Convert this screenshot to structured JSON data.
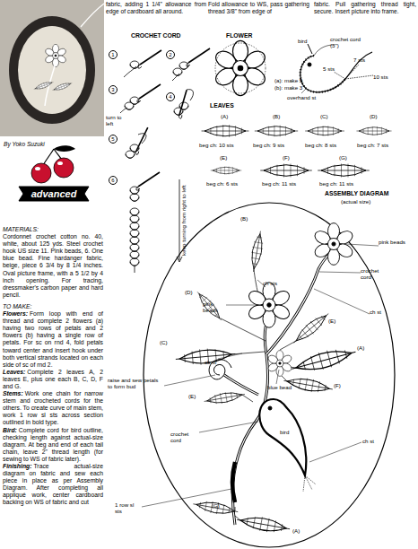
{
  "diagram": {
    "nodes": [
      {
        "text": [
          "advanced"
        ]
      }
    ],
    "labels": [
      "fabric, adding 1 1/4\" allowance from edge of cardboard all around.",
      "Fold allowance to WS, pass gathering thread 3/8\" from edge of",
      "fabric. Pull gathering thread tight, secure. Insert picture into frame.",
      "By Yoko Suzuki",
      "MATERIALS:",
      "Cordonnet crochet cotton no. 40, white, about 125 yds. Steel crochet hook US size 11. Pink beads, 6. One blue bead. Fine hardanger fabric, beige, piece 6 3/4 by 8 1/4 inches. Oval picture frame, with a 5 1/2 by 4 inch opening. For tracing, dressmaker's carbon paper and hard pencil.",
      "TO MAKE:",
      "Flowers:",
      "Form loop with end of thread and complete 2 flowers (a) having two rows of petals and 2 flowers (b) having a single row of petals. For sc on rnd 4, fold petals toward center and insert hook under both vertical strands located on each side of sc of rnd 2.",
      "Leaves:",
      "Complete 2 leaves A, 2 leaves E, plus one each B, C, D, F and G.",
      "Stems:",
      "Work one chain for narrow stem and crocheted cords for the others. To create curve of main stem, work 1 row sl sts across section outlined in bold type.",
      "Bird:",
      "Complete cord for bird outline, checking length against actual-size diagram. At beg and end of each tail chain, leave 2\" thread length (for sewing to WS of fabric later).",
      "Finishing:",
      "Trace actual-size diagram on fabric and sew each piece in place as per Assembly Diagram. After completing all appliqué work, center cardboard backing on WS of fabric and cut",
      "CROCHET CORD",
      "1",
      "2",
      "3",
      "4",
      "5",
      "6",
      "turn to left",
      "keep turning from right to left",
      "FLOWER",
      "bird",
      "crochet cord (3\")",
      "(a): make 5",
      "(b): make 3",
      "5 sts",
      "7 sts",
      "10 sts",
      "overhand st",
      "LEAVES",
      "(A)",
      "beg ch: 10 sts",
      "(B)",
      "beg ch: 9 sts",
      "(C)",
      "beg ch: 8 sts",
      "(D)",
      "beg ch: 7 sts",
      "(E)",
      "beg ch: 6 sts",
      "(F)",
      "beg ch: 11 sts",
      "(G)",
      "beg ch: 11 sts",
      "ASSEMBLY DIAGRAM",
      "(actual size)",
      "(B)",
      "pink beads",
      "ch sts",
      "crochet cord",
      "(D)",
      "pink beads",
      "(E)",
      "ch st",
      "(A)",
      "(C)",
      "ch st",
      "(F)",
      "blue bead",
      "raise and sew petals to form bud",
      "(E)",
      "bird",
      "crochet cord",
      "ch st",
      "1 row sl sts",
      "(G)",
      "(A)"
    ]
  }
}
